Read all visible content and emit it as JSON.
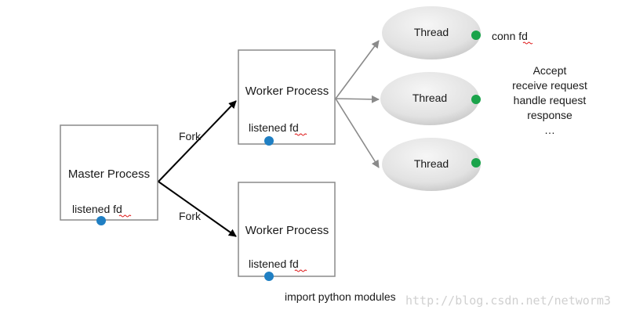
{
  "colors": {
    "box_border": "#8a8a8a",
    "arrow_black": "#000000",
    "arrow_gray": "#8a8a8a",
    "fd_dot": "#1f7fc3",
    "thread_dot": "#1aa34a",
    "thread_fill_light": "#f4f4f4",
    "thread_fill_dark": "#cfcfcf",
    "spell_underline": "#d11",
    "watermark": "#d0d0d0"
  },
  "master": {
    "title": "Master Process",
    "fd_label": "listened fd"
  },
  "fork_labels": [
    "Fork",
    "Fork"
  ],
  "workers": [
    {
      "title": "Worker Process",
      "fd_label": "listened fd"
    },
    {
      "title": "Worker Process",
      "fd_label": "listened fd"
    }
  ],
  "threads": [
    {
      "label": "Thread"
    },
    {
      "label": "Thread"
    },
    {
      "label": "Thread"
    }
  ],
  "conn_fd_label": "conn fd",
  "thread_steps": [
    "Accept",
    "receive request",
    "handle request",
    "response",
    "…"
  ],
  "import_label": "import python modules",
  "watermark": "http://blog.csdn.net/networm3"
}
